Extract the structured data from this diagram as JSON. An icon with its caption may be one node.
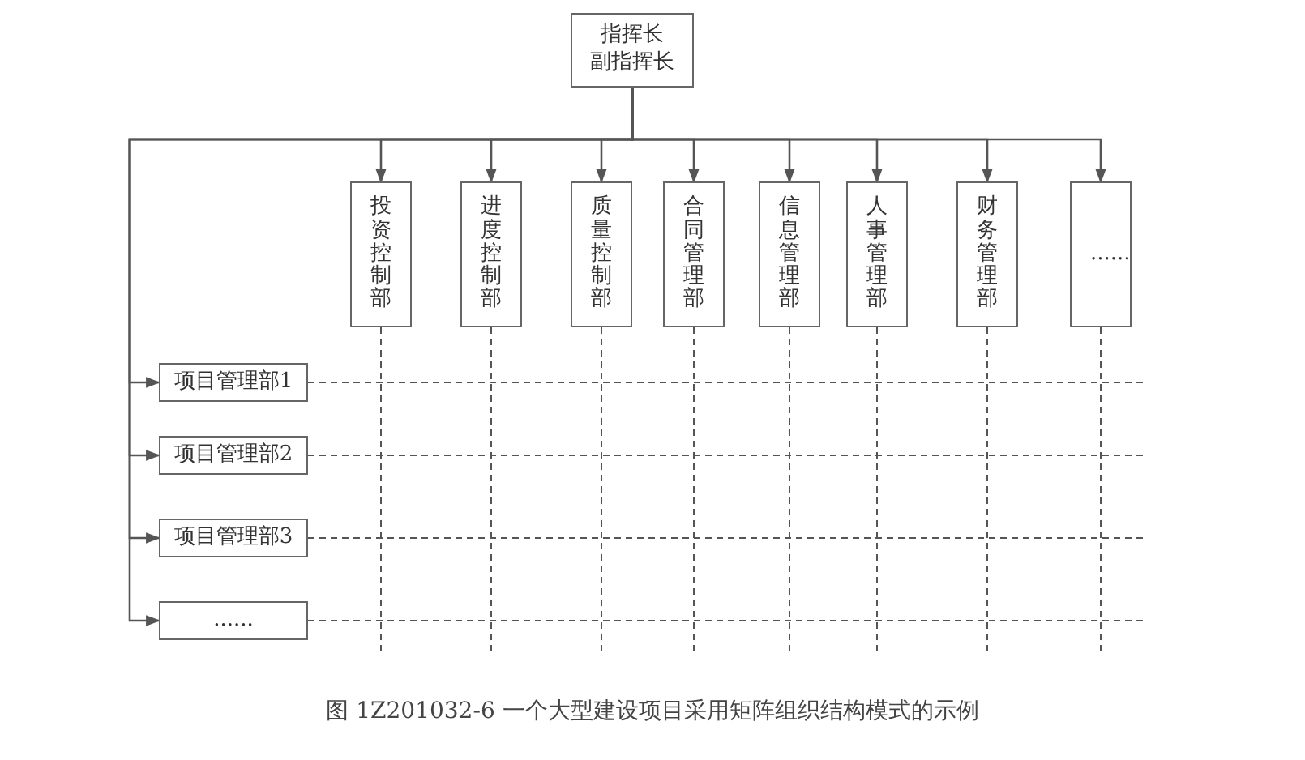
{
  "diagram": {
    "caption": "图 1Z201032-6 一个大型建设项目采用矩阵组织结构模式的示例",
    "nodes": [
      {
        "text": [
          "指挥长",
          "副指挥长"
        ]
      },
      {
        "text": [
          "投资控制部"
        ]
      },
      {
        "text": [
          "进度控制部"
        ]
      },
      {
        "text": [
          "质量控制部"
        ]
      },
      {
        "text": [
          "合同管理部"
        ]
      },
      {
        "text": [
          "信息管理部"
        ]
      },
      {
        "text": [
          "人事管理部"
        ]
      },
      {
        "text": [
          "财务管理部"
        ]
      },
      {
        "text": [
          "......"
        ]
      },
      {
        "text": [
          "项目管理部1"
        ]
      },
      {
        "text": [
          "项目管理部2"
        ]
      },
      {
        "text": [
          "项目管理部3"
        ]
      },
      {
        "text": [
          "......"
        ]
      }
    ],
    "edges": [
      {
        "from": 0,
        "to": 1,
        "arrow": "to"
      },
      {
        "from": 0,
        "to": 2,
        "arrow": "to"
      },
      {
        "from": 0,
        "to": 3,
        "arrow": "to"
      },
      {
        "from": 0,
        "to": 4,
        "arrow": "to"
      },
      {
        "from": 0,
        "to": 5,
        "arrow": "to"
      },
      {
        "from": 0,
        "to": 6,
        "arrow": "to"
      },
      {
        "from": 0,
        "to": 7,
        "arrow": "to"
      },
      {
        "from": 0,
        "to": 8,
        "arrow": "to"
      },
      {
        "from": 0,
        "to": 9,
        "arrow": "to"
      },
      {
        "from": 0,
        "to": 10,
        "arrow": "to"
      },
      {
        "from": 0,
        "to": 11,
        "arrow": "to"
      },
      {
        "from": 0,
        "to": 12,
        "arrow": "to"
      },
      {
        "from": 1,
        "to": null,
        "arrow": "none",
        "style": "dashed"
      },
      {
        "from": 2,
        "to": null,
        "arrow": "none",
        "style": "dashed"
      },
      {
        "from": 3,
        "to": null,
        "arrow": "none",
        "style": "dashed"
      },
      {
        "from": 4,
        "to": null,
        "arrow": "none",
        "style": "dashed"
      },
      {
        "from": 5,
        "to": null,
        "arrow": "none",
        "style": "dashed"
      },
      {
        "from": 6,
        "to": null,
        "arrow": "none",
        "style": "dashed"
      },
      {
        "from": 7,
        "to": null,
        "arrow": "none",
        "style": "dashed"
      },
      {
        "from": 8,
        "to": null,
        "arrow": "none",
        "style": "dashed"
      },
      {
        "from": 9,
        "to": null,
        "arrow": "none",
        "style": "dashed"
      },
      {
        "from": 10,
        "to": null,
        "arrow": "none",
        "style": "dashed"
      },
      {
        "from": 11,
        "to": null,
        "arrow": "none",
        "style": "dashed"
      },
      {
        "from": 12,
        "to": null,
        "arrow": "none",
        "style": "dashed"
      }
    ]
  }
}
